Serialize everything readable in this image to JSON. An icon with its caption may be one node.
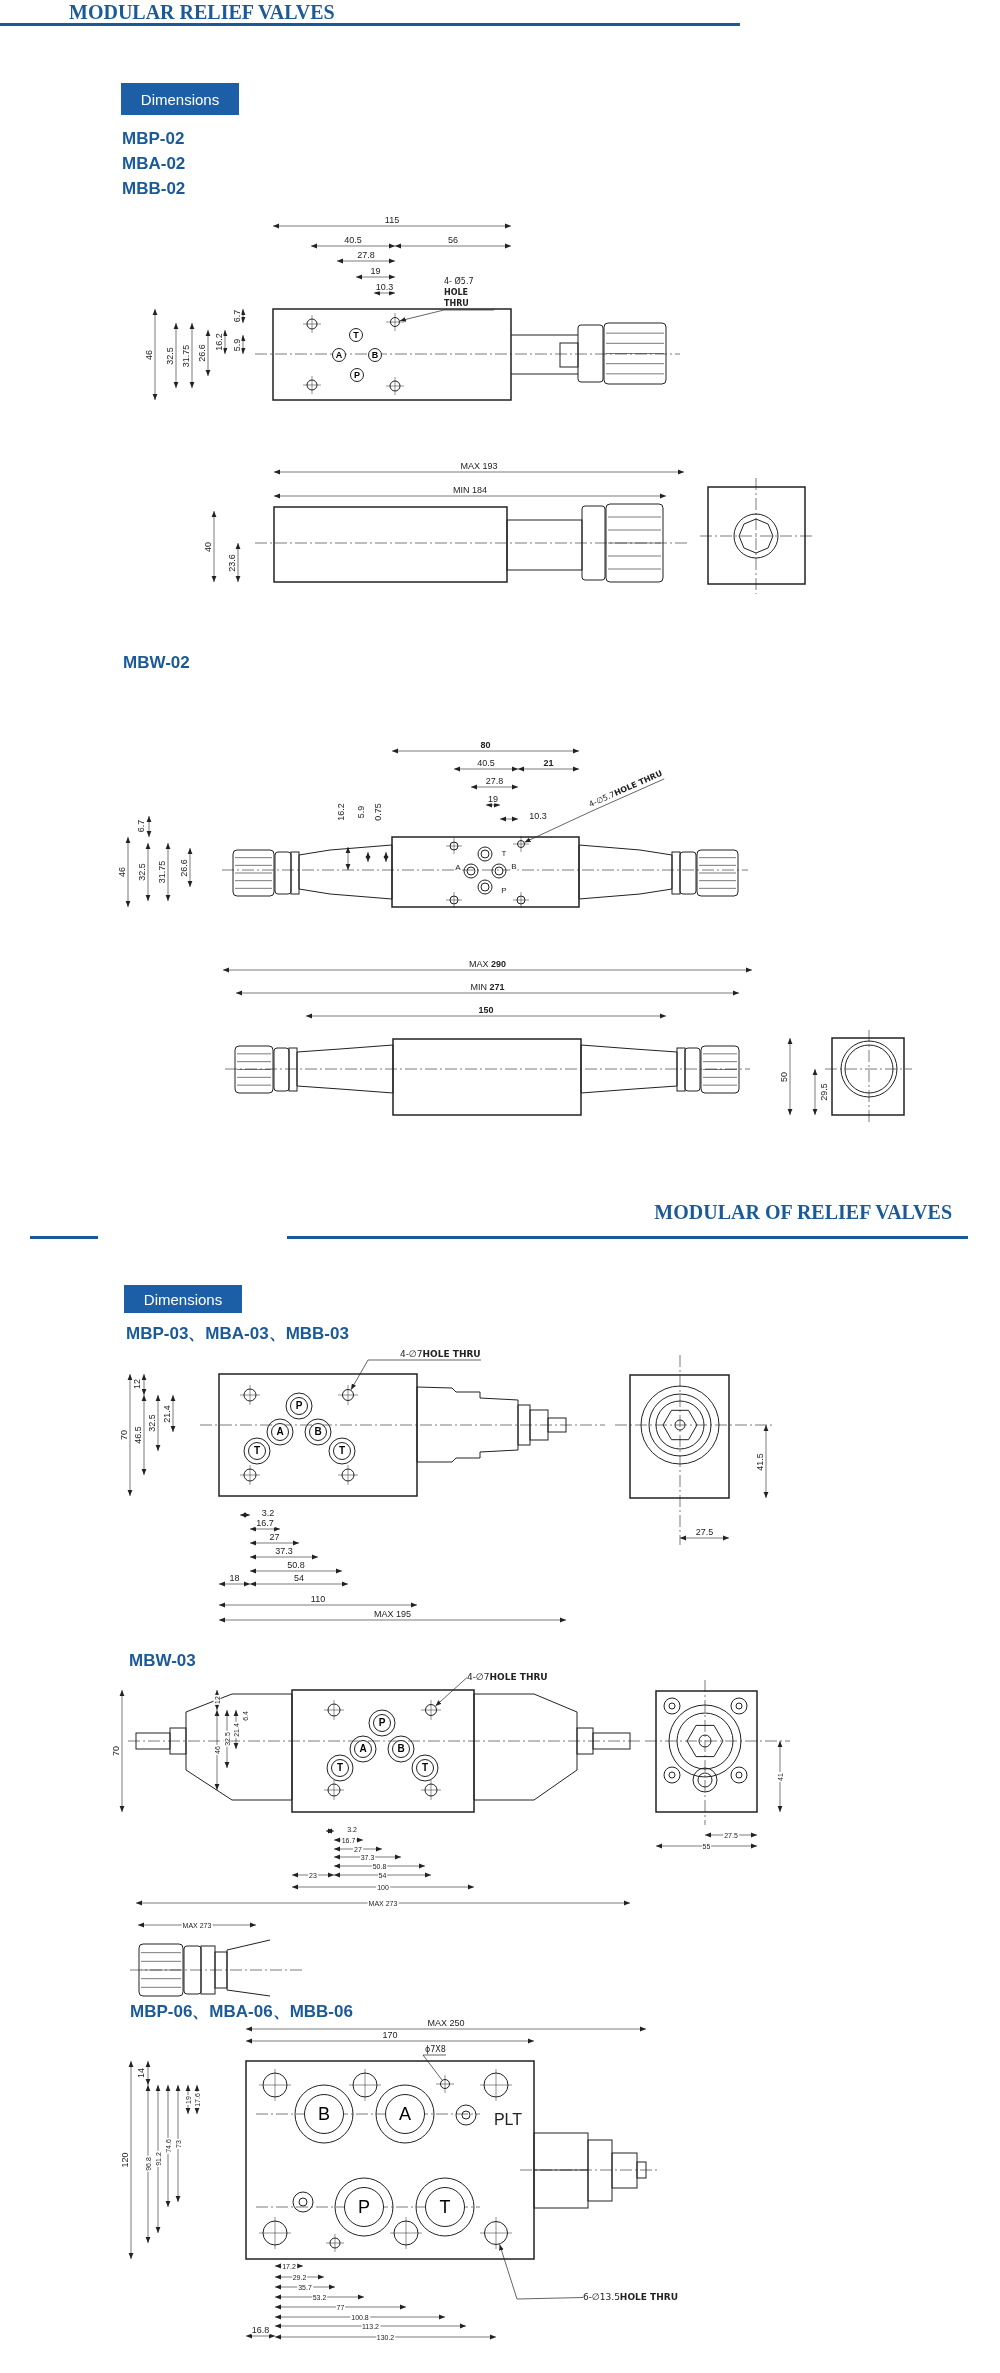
{
  "diagram": {
    "nodes": [
      {
        "text": [
          "Dimensions"
        ]
      },
      {
        "text": [
          "T"
        ]
      },
      {
        "text": [
          "A"
        ]
      },
      {
        "text": [
          "B"
        ]
      },
      {
        "text": [
          "P"
        ]
      },
      {
        "text": [
          "4- Ø5.7 **HOLE THRU**"
        ]
      },
      {
        "text": [],
        "shape": "circle"
      },
      {
        "text": [
          "4-∅5.7**HOLE THRU**"
        ]
      },
      {
        "text": [],
        "shape": "circle"
      },
      {
        "text": [
          "Dimensions"
        ]
      },
      {
        "text": [
          "P"
        ]
      },
      {
        "text": [
          "A"
        ]
      },
      {
        "text": [
          "B"
        ]
      },
      {
        "text": [
          "T"
        ]
      },
      {
        "text": [
          "T"
        ]
      },
      {
        "text": [
          "4-∅7**HOLE THRU**"
        ]
      },
      {
        "text": [],
        "shape": "circle"
      },
      {
        "text": [
          "P"
        ]
      },
      {
        "text": [
          "A"
        ]
      },
      {
        "text": [
          "B"
        ]
      },
      {
        "text": [
          "T"
        ]
      },
      {
        "text": [
          "T"
        ]
      },
      {
        "text": [
          "4-∅7**HOLE THRU**"
        ]
      },
      {
        "text": [],
        "shape": "circle"
      },
      {
        "text": [
          "B"
        ]
      },
      {
        "text": [
          "A"
        ]
      },
      {
        "text": [
          "P"
        ]
      },
      {
        "text": [
          "T"
        ]
      },
      {
        "text": [
          "ϕ7X8"
        ]
      },
      {
        "text": [],
        "shape": "circle"
      },
      {
        "text": [
          "6-∅13.5**HOLE THRU**"
        ]
      },
      {
        "text": [],
        "shape": "circle"
      }
    ],
    "edges": [
      {
        "from": 5,
        "to": 6,
        "arrow": "to"
      },
      {
        "from": 7,
        "to": 8,
        "arrow": "to"
      },
      {
        "from": 15,
        "to": 16,
        "arrow": "to"
      },
      {
        "from": 22,
        "to": 23,
        "arrow": "to"
      },
      {
        "from": 28,
        "to": 29,
        "arrow": "none"
      },
      {
        "from": 30,
        "to": 31,
        "arrow": "to"
      }
    ],
    "labels": [
      "MODULAR RELIEF VALVES",
      "MBP-02",
      "MBA-02",
      "MBB-02",
      "115",
      "40.5",
      "56",
      "27.8",
      "19",
      "10.3",
      "6.7",
      "46",
      "32.5",
      "31.75",
      "26.6",
      "16.2",
      "5.9",
      "MAX 193",
      "MIN 184",
      "40",
      "23.6",
      "MBW-02",
      "80",
      "40.5",
      "21",
      "27.8",
      "19",
      "10.3",
      "16.2",
      "5.9",
      "0.75",
      "6.7",
      "46",
      "32.5",
      "31.75",
      "26.6",
      "T",
      "A",
      "B",
      "P",
      "MAX **290**",
      "MIN **271**",
      "150",
      "50",
      "29.5",
      "MODULAR OF RELIEF VALVES",
      "MBP-03、MBA-03、MBB-03",
      "12",
      "70",
      "46.5",
      "32.5",
      "21.4",
      "41.5",
      "3.2",
      "16.7",
      "27",
      "37.3",
      "50.8",
      "18",
      "54",
      "110",
      "MAX 195",
      "27.5",
      "MBW-03",
      "12",
      "6.4",
      "21.4",
      "32.5",
      "70",
      "46",
      "41",
      "3.2",
      "16.7",
      "27",
      "37.3",
      "50.8",
      "23",
      "54",
      "100",
      "MAX 273",
      "27.5",
      "55",
      "MAX 273",
      "MBP-06、MBA-06、MBB-06",
      "MAX 250",
      "170",
      "14",
      "19",
      "17.6",
      "120",
      "96.8",
      "91.2",
      "74.6",
      "73",
      "PLT",
      "17.2",
      "29.2",
      "35.7",
      "53.2",
      "77",
      "100.8",
      "113.2",
      "130.2",
      "16.8"
    ]
  }
}
